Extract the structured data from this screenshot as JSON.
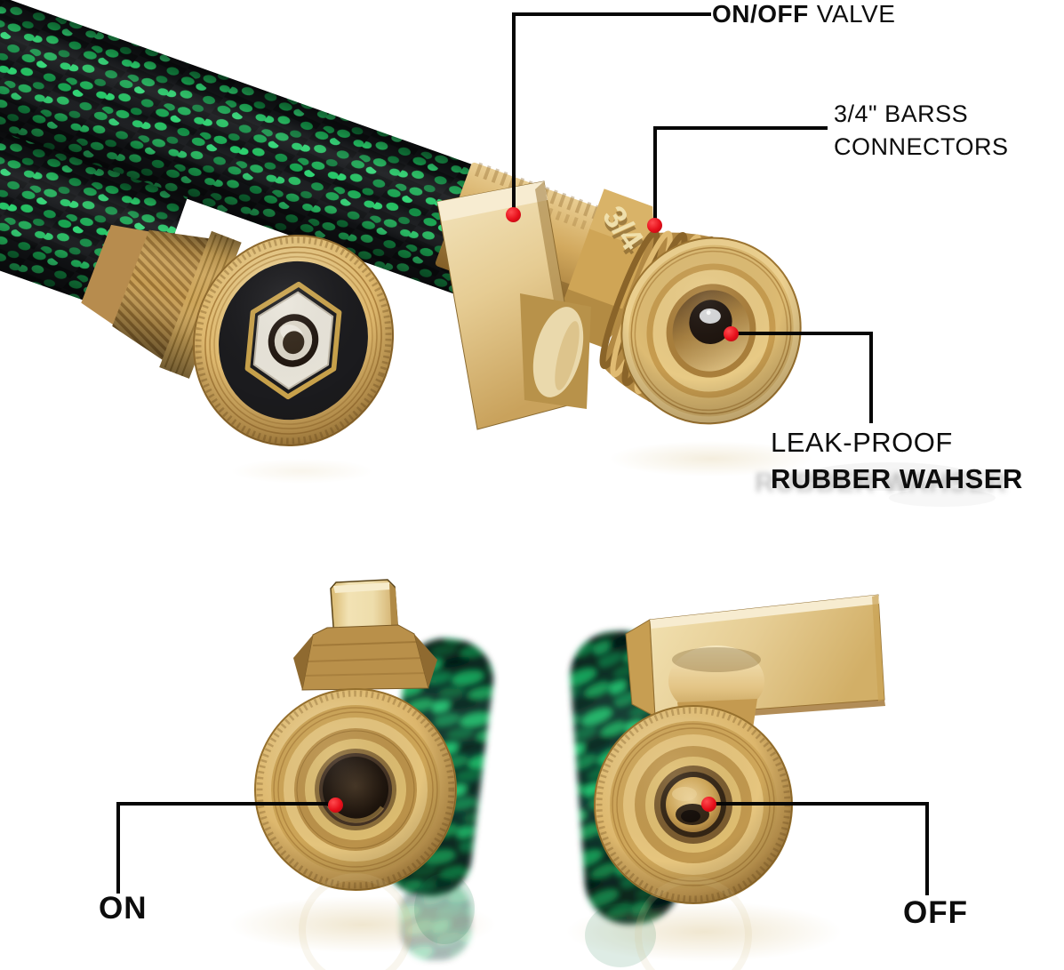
{
  "annotations": {
    "valve": {
      "bold": "ON/OFF",
      "rest": "VALVE"
    },
    "connectors": {
      "line1": "3/4\" BARSS",
      "line2": "CONNECTORS"
    },
    "washer": {
      "line1": "LEAK-PROOF",
      "line2": "RUBBER WAHSER"
    },
    "state_on": "ON",
    "state_off": "OFF"
  },
  "product": {
    "embossed_text": "3/4"
  },
  "colors": {
    "background": "#ffffff",
    "marker_red": "#e60f1a",
    "callout_black": "#060606",
    "label_black": "#0d0d0d",
    "brass": "#d2a95e",
    "brass_light": "#f2e2b2",
    "hose_black": "#141619",
    "hose_green": "#22b761",
    "rubber_black": "#1b1b1e",
    "washer_white": "#ddd7c9"
  }
}
